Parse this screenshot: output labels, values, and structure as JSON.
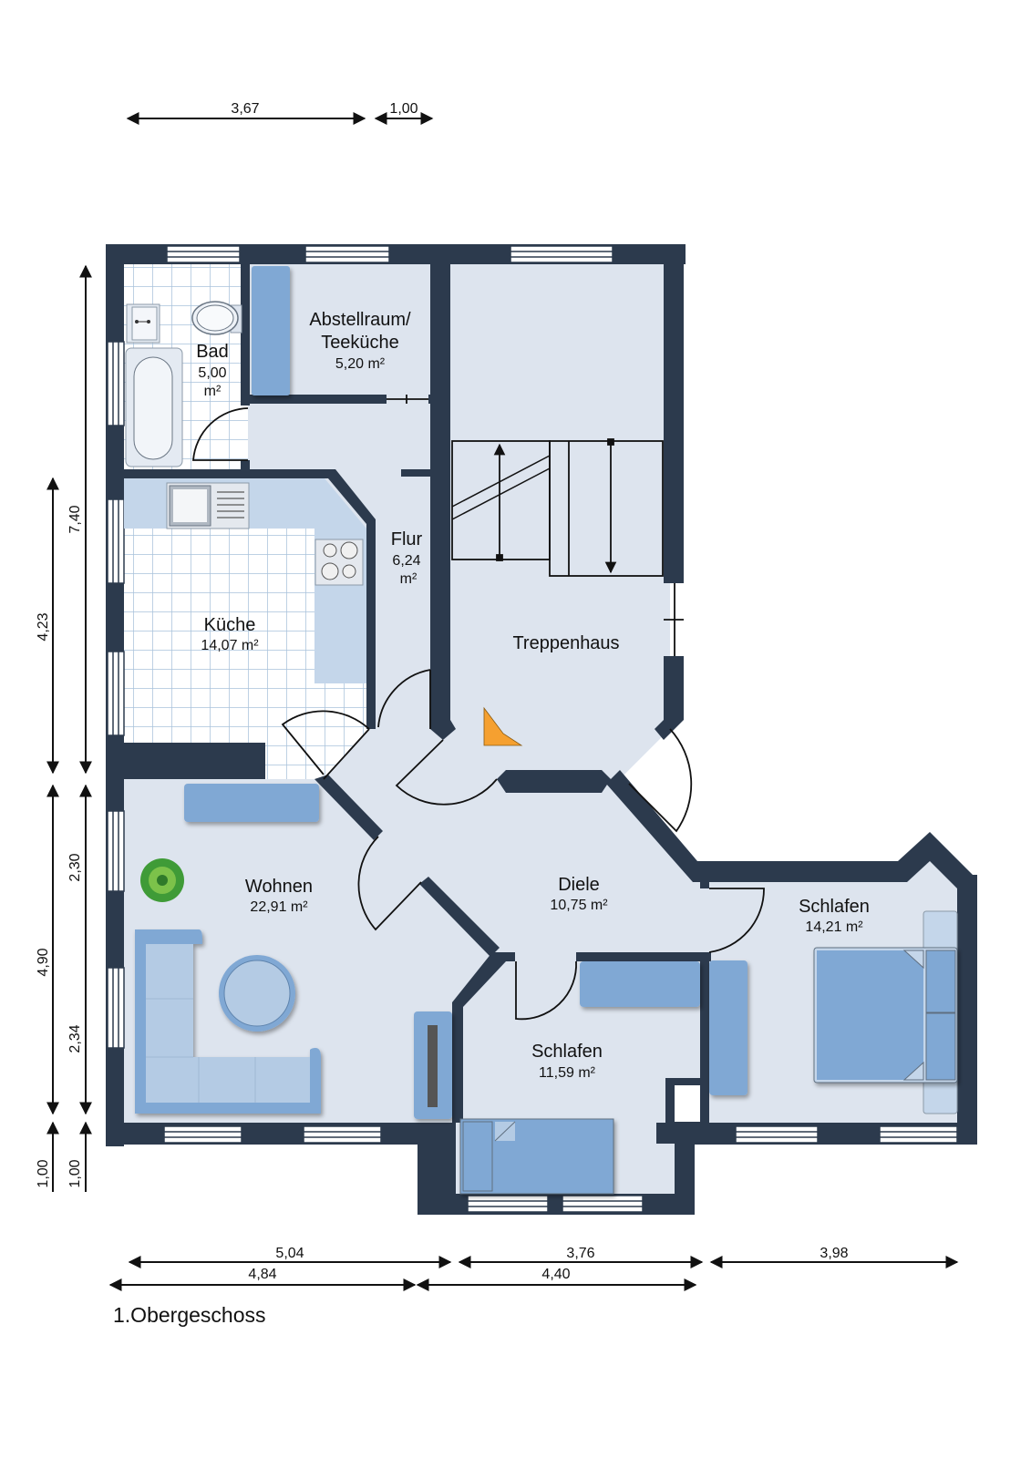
{
  "floor_title": "1.Obergeschoss",
  "colors": {
    "wall": "#2c3a4d",
    "floor": "#dde4ee",
    "tile": "#ffffff",
    "tile_grid": "#a9c2db",
    "furniture": "#80a8d4",
    "furniture_light": "#b4cbe4",
    "counter": "#c4d6ea",
    "marker": "#f5a030",
    "plant": "#4caf3c"
  },
  "rooms": [
    {
      "id": "bad",
      "name": "Bad",
      "area_line1": "5,00",
      "area_line2": "m²"
    },
    {
      "id": "abstellraum",
      "name_line1": "Abstellraum/",
      "name_line2": "Teeküche",
      "area": "5,20 m²"
    },
    {
      "id": "flur",
      "name": "Flur",
      "area_line1": "6,24",
      "area_line2": "m²"
    },
    {
      "id": "kueche",
      "name": "Küche",
      "area": "14,07 m²"
    },
    {
      "id": "treppenhaus",
      "name": "Treppenhaus"
    },
    {
      "id": "wohnen",
      "name": "Wohnen",
      "area": "22,91 m²"
    },
    {
      "id": "diele",
      "name": "Diele",
      "area": "10,75 m²"
    },
    {
      "id": "schlafen1",
      "name": "Schlafen",
      "area": "11,59 m²"
    },
    {
      "id": "schlafen2",
      "name": "Schlafen",
      "area": "14,21 m²"
    }
  ],
  "dimensions": {
    "top": [
      "3,67",
      "1,00"
    ],
    "left_outer": [
      "7,40",
      "4,90",
      "1,00"
    ],
    "left_inner": [
      "4,23",
      "2,30",
      "2,34",
      "1,00"
    ],
    "bottom_row1": [
      "5,04",
      "3,76",
      "3,98"
    ],
    "bottom_row2": [
      "4,84",
      "4,40"
    ]
  }
}
